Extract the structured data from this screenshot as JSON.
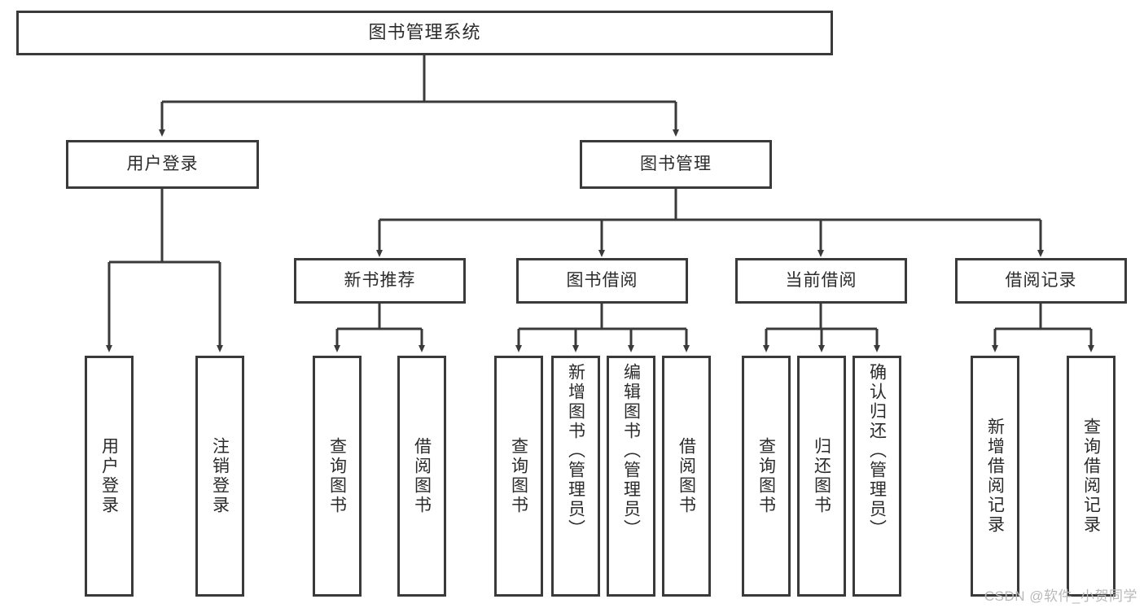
{
  "diagram": {
    "title": "图书管理系统",
    "type": "tree",
    "background_color": "#ffffff",
    "border_color": "#3a3a3a",
    "text_color": "#2b2b2b",
    "root": {
      "label": "图书管理系统"
    },
    "level2": [
      {
        "label": "用户登录"
      },
      {
        "label": "图书管理"
      }
    ],
    "level3": [
      {
        "label": "新书推荐"
      },
      {
        "label": "图书借阅"
      },
      {
        "label": "当前借阅"
      },
      {
        "label": "借阅记录"
      }
    ],
    "leaves": {
      "user_login": [
        {
          "label": "用户登录"
        },
        {
          "label": "注销登录"
        }
      ],
      "new_book_recommend": [
        {
          "label": "查询图书"
        },
        {
          "label": "借阅图书"
        }
      ],
      "book_borrow": [
        {
          "label": "查询图书"
        },
        {
          "label": "新增图书（管理员）"
        },
        {
          "label": "编辑图书（管理员）"
        },
        {
          "label": "借阅图书"
        }
      ],
      "current_borrow": [
        {
          "label": "查询图书"
        },
        {
          "label": "归还图书"
        },
        {
          "label": "确认归还（管理员）"
        }
      ],
      "borrow_records": [
        {
          "label": "新增借阅记录"
        },
        {
          "label": "查询借阅记录"
        }
      ]
    }
  },
  "watermark": {
    "text": "CSDN @软件_小贺同学"
  }
}
